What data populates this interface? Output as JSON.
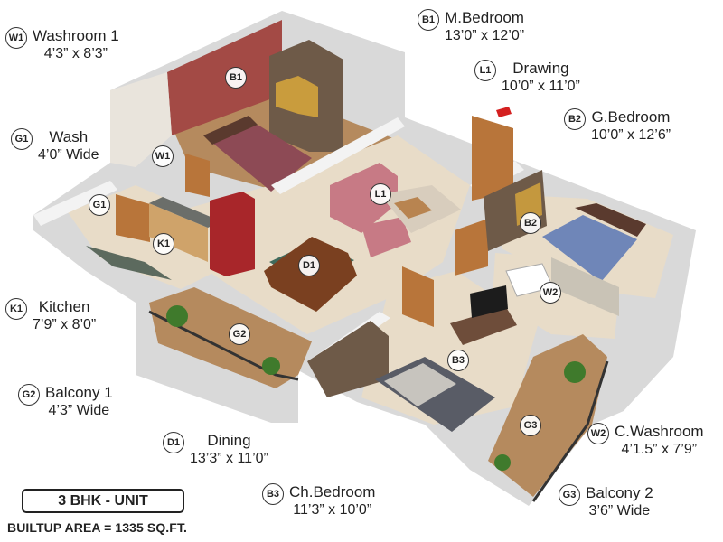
{
  "colors": {
    "wall": "#f3f3f3",
    "wall_side": "#d9d9d9",
    "feature_wall": "#a34a45",
    "floor_tile": "#e8dcc8",
    "floor_wood": "#b58a5e",
    "door": "#b8753a",
    "fridge": "#a8262a",
    "sofa": "#c77a85",
    "bed_spread": "#8d4a55",
    "bed_blue": "#6f86b8",
    "plant": "#3f7a2c"
  },
  "legends": [
    {
      "code": "W1",
      "name": "Washroom 1",
      "dim": "4’3” x 8’3”"
    },
    {
      "code": "G1",
      "name": "Wash",
      "dim": "4’0” Wide"
    },
    {
      "code": "K1",
      "name": "Kitchen",
      "dim": "7’9” x 8’0”"
    },
    {
      "code": "G2",
      "name": "Balcony 1",
      "dim": "4’3” Wide"
    },
    {
      "code": "D1",
      "name": "Dining",
      "dim": "13’3” x 11’0”"
    },
    {
      "code": "B3",
      "name": "Ch.Bedroom",
      "dim": "11’3” x 10’0”"
    },
    {
      "code": "B1",
      "name": "M.Bedroom",
      "dim": "13’0” x 12’0”"
    },
    {
      "code": "L1",
      "name": "Drawing",
      "dim": "10’0” x 11’0”"
    },
    {
      "code": "B2",
      "name": "G.Bedroom",
      "dim": "10’0” x 12’6”"
    },
    {
      "code": "W2",
      "name": "C.Washroom",
      "dim": "4’1.5” x 7’9”"
    },
    {
      "code": "G3",
      "name": "Balcony 2",
      "dim": "3’6” Wide"
    }
  ],
  "pins": [
    "B1",
    "W1",
    "G1",
    "L1",
    "K1",
    "D1",
    "B2",
    "W2",
    "G2",
    "B3",
    "G3"
  ],
  "unit_label": "3 BHK - UNIT",
  "builtup_area": "BUILTUP AREA = 1335 SQ.FT."
}
